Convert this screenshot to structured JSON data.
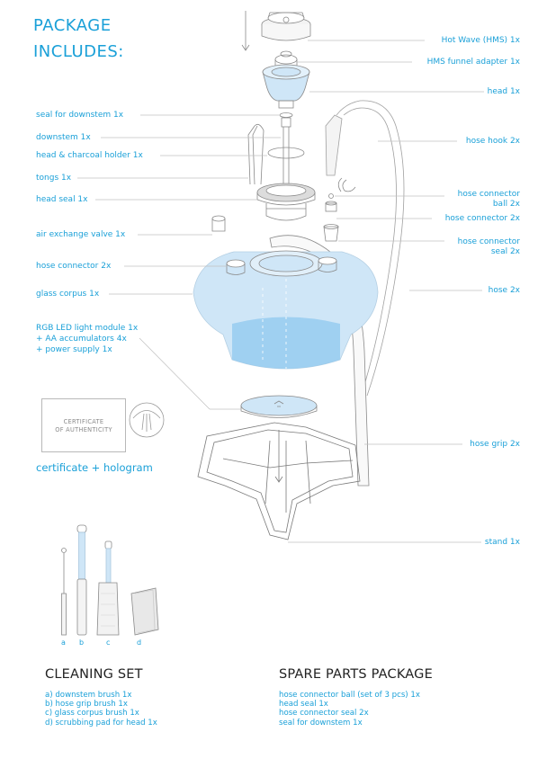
{
  "header": {
    "line1": "PACKAGE",
    "line2": "INCLUDES:"
  },
  "labels_right": [
    {
      "id": "hot-wave",
      "text": "Hot Wave (HMS) 1x"
    },
    {
      "id": "hms-funnel",
      "text": "HMS funnel adapter 1x"
    },
    {
      "id": "head",
      "text": "head 1x"
    },
    {
      "id": "hose-hook",
      "text": "hose hook 2x"
    },
    {
      "id": "hose-connector-ball-1",
      "text": "hose connector"
    },
    {
      "id": "hose-connector-ball-2",
      "text": "ball 2x"
    },
    {
      "id": "hose-connector",
      "text": "hose connector 2x"
    },
    {
      "id": "hose-connector-seal-1",
      "text": "hose connector"
    },
    {
      "id": "hose-connector-seal-2",
      "text": "seal 2x"
    },
    {
      "id": "hose",
      "text": "hose 2x"
    },
    {
      "id": "hose-grip",
      "text": "hose grip 2x"
    },
    {
      "id": "stand",
      "text": "stand 1x"
    }
  ],
  "labels_left": [
    {
      "id": "seal-downstem",
      "text": "seal for downstem 1x"
    },
    {
      "id": "downstem",
      "text": "downstem 1x"
    },
    {
      "id": "head-charcoal",
      "text": "head & charcoal holder 1x"
    },
    {
      "id": "tongs",
      "text": "tongs 1x"
    },
    {
      "id": "head-seal",
      "text": "head seal 1x"
    },
    {
      "id": "air-valve",
      "text": "air exchange valve 1x"
    },
    {
      "id": "hose-connector-left",
      "text": "hose connector 2x"
    },
    {
      "id": "glass-corpus",
      "text": "glass corpus 1x"
    },
    {
      "id": "rgb-1",
      "text": "RGB LED light module 1x"
    },
    {
      "id": "rgb-2",
      "text": "+ AA accumulators 4x"
    },
    {
      "id": "rgb-3",
      "text": "+ power supply 1x"
    }
  ],
  "certificate": {
    "box_line1": "CERTIFICATE",
    "box_line2": "OF AUTHENTICITY",
    "caption": "certificate + hologram"
  },
  "brush_letters": [
    "a",
    "b",
    "c",
    "d"
  ],
  "cleaning_set": {
    "title": "CLEANING SET",
    "items": [
      "a) downstem brush 1x",
      "b) hose grip brush 1x",
      "c) glass corpus brush 1x",
      "d) scrubbing pad for head 1x"
    ]
  },
  "spare_parts": {
    "title": "SPARE PARTS PACKAGE",
    "items": [
      "hose connector ball (set of 3 pcs) 1x",
      "head seal 1x",
      "hose connector seal 2x",
      "seal for downstem 1x"
    ]
  },
  "colors": {
    "accent": "#1aa0d8",
    "glass": "#cfe6f7",
    "glass_water": "#8fc8ef",
    "line": "#8a8a8a"
  }
}
